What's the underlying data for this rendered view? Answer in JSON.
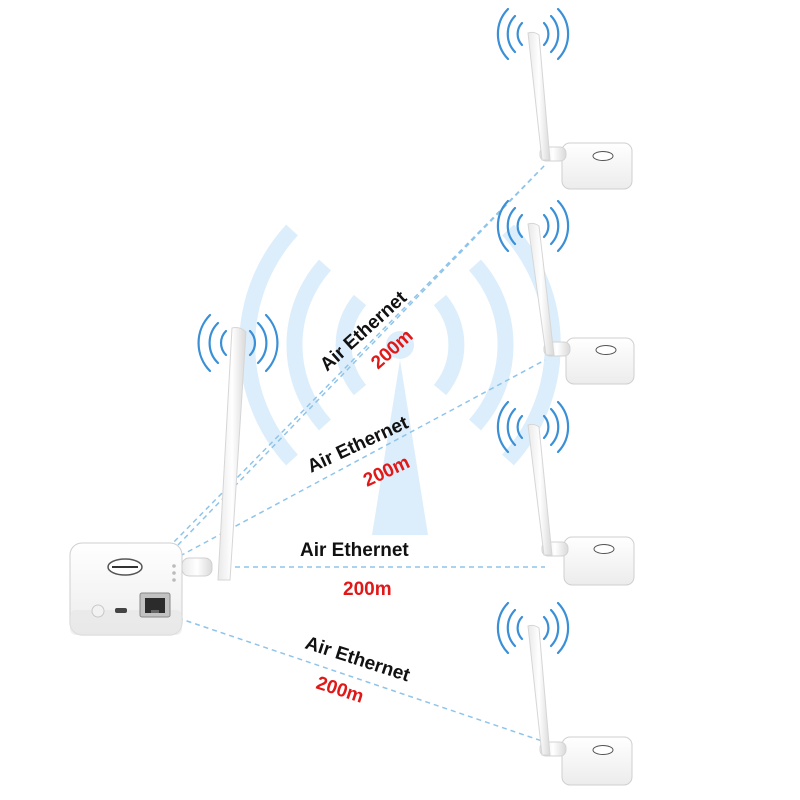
{
  "colors": {
    "link_line": "#8fc4ea",
    "watermark": "#dceefb",
    "signal_wave": "#3a8fd6",
    "device_body": "#fafafa",
    "label_text": "#111111",
    "distance_text": "#e01818"
  },
  "links": [
    {
      "label": "Air Ethernet",
      "distance": "200m"
    },
    {
      "label": "Air Ethernet",
      "distance": "200m"
    },
    {
      "label": "Air Ethernet",
      "distance": "200m"
    },
    {
      "label": "Air Ethernet",
      "distance": "200m"
    }
  ],
  "icons": {
    "main_device": "router-device-icon",
    "antenna": "antenna-icon",
    "signal": "wifi-signal-waves-icon",
    "port": "ethernet-port-icon",
    "client_device": "client-bridge-device-icon",
    "background": "wifi-tower-watermark-icon"
  }
}
